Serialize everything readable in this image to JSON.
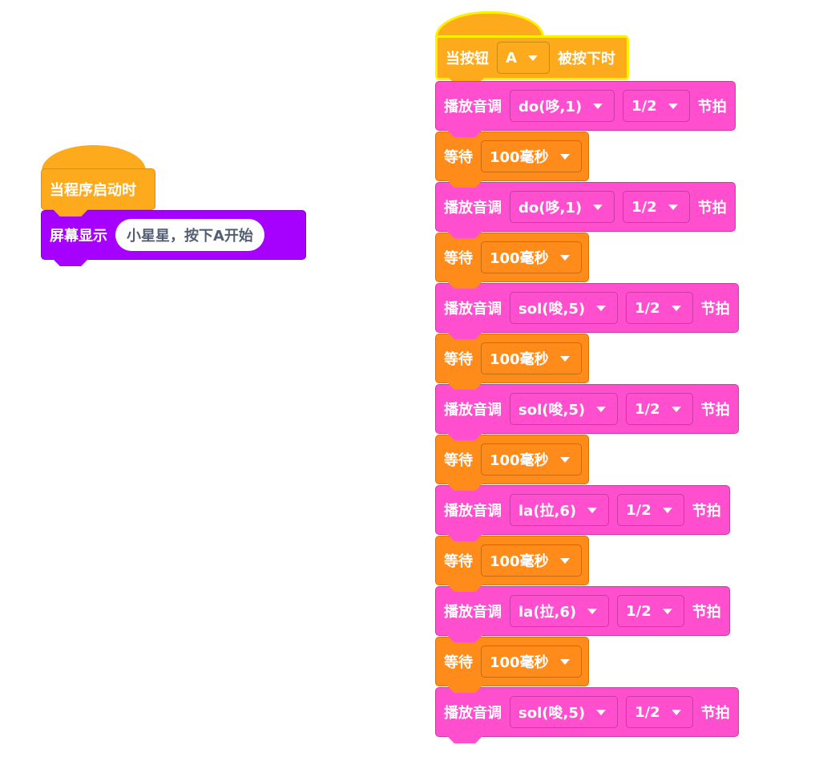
{
  "left_script": {
    "hat_label": "当程序启动时",
    "display_label": "屏幕显示",
    "display_text": "小星星，按下A开始"
  },
  "right_script": {
    "hat": {
      "prefix": "当按钮",
      "button": "A",
      "suffix": "被按下时"
    },
    "blocks": [
      {
        "type": "play",
        "label": "播放音调",
        "note": "do(哆,1)",
        "beat": "1/2",
        "unit": "节拍"
      },
      {
        "type": "wait",
        "label": "等待",
        "value": "100毫秒"
      },
      {
        "type": "play",
        "label": "播放音调",
        "note": "do(哆,1)",
        "beat": "1/2",
        "unit": "节拍"
      },
      {
        "type": "wait",
        "label": "等待",
        "value": "100毫秒"
      },
      {
        "type": "play",
        "label": "播放音调",
        "note": "sol(唆,5)",
        "beat": "1/2",
        "unit": "节拍"
      },
      {
        "type": "wait",
        "label": "等待",
        "value": "100毫秒"
      },
      {
        "type": "play",
        "label": "播放音调",
        "note": "sol(唆,5)",
        "beat": "1/2",
        "unit": "节拍"
      },
      {
        "type": "wait",
        "label": "等待",
        "value": "100毫秒"
      },
      {
        "type": "play",
        "label": "播放音调",
        "note": "la(拉,6)",
        "beat": "1/2",
        "unit": "节拍"
      },
      {
        "type": "wait",
        "label": "等待",
        "value": "100毫秒"
      },
      {
        "type": "play",
        "label": "播放音调",
        "note": "la(拉,6)",
        "beat": "1/2",
        "unit": "节拍"
      },
      {
        "type": "wait",
        "label": "等待",
        "value": "100毫秒"
      },
      {
        "type": "play",
        "label": "播放音调",
        "note": "sol(唆,5)",
        "beat": "1/2",
        "unit": "节拍"
      }
    ]
  }
}
